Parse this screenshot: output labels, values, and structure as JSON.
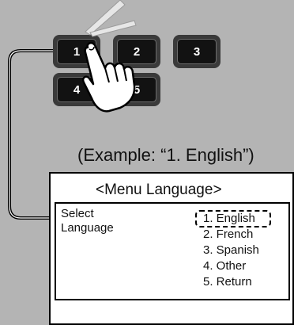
{
  "keypad": {
    "keys": [
      "1",
      "2",
      "3",
      "4",
      "5"
    ]
  },
  "caption": "(Example: “1. English”)",
  "menu": {
    "title": "<Menu Language>",
    "left_line1": "Select",
    "left_line2": "Language",
    "options": [
      "1. English",
      "2. French",
      "3. Spanish",
      "4. Other",
      "5. Return"
    ],
    "selected_option": "1. English"
  },
  "icons": {
    "pointer": "pointing-hand-icon",
    "arrow": "flow-arrow-icon"
  }
}
